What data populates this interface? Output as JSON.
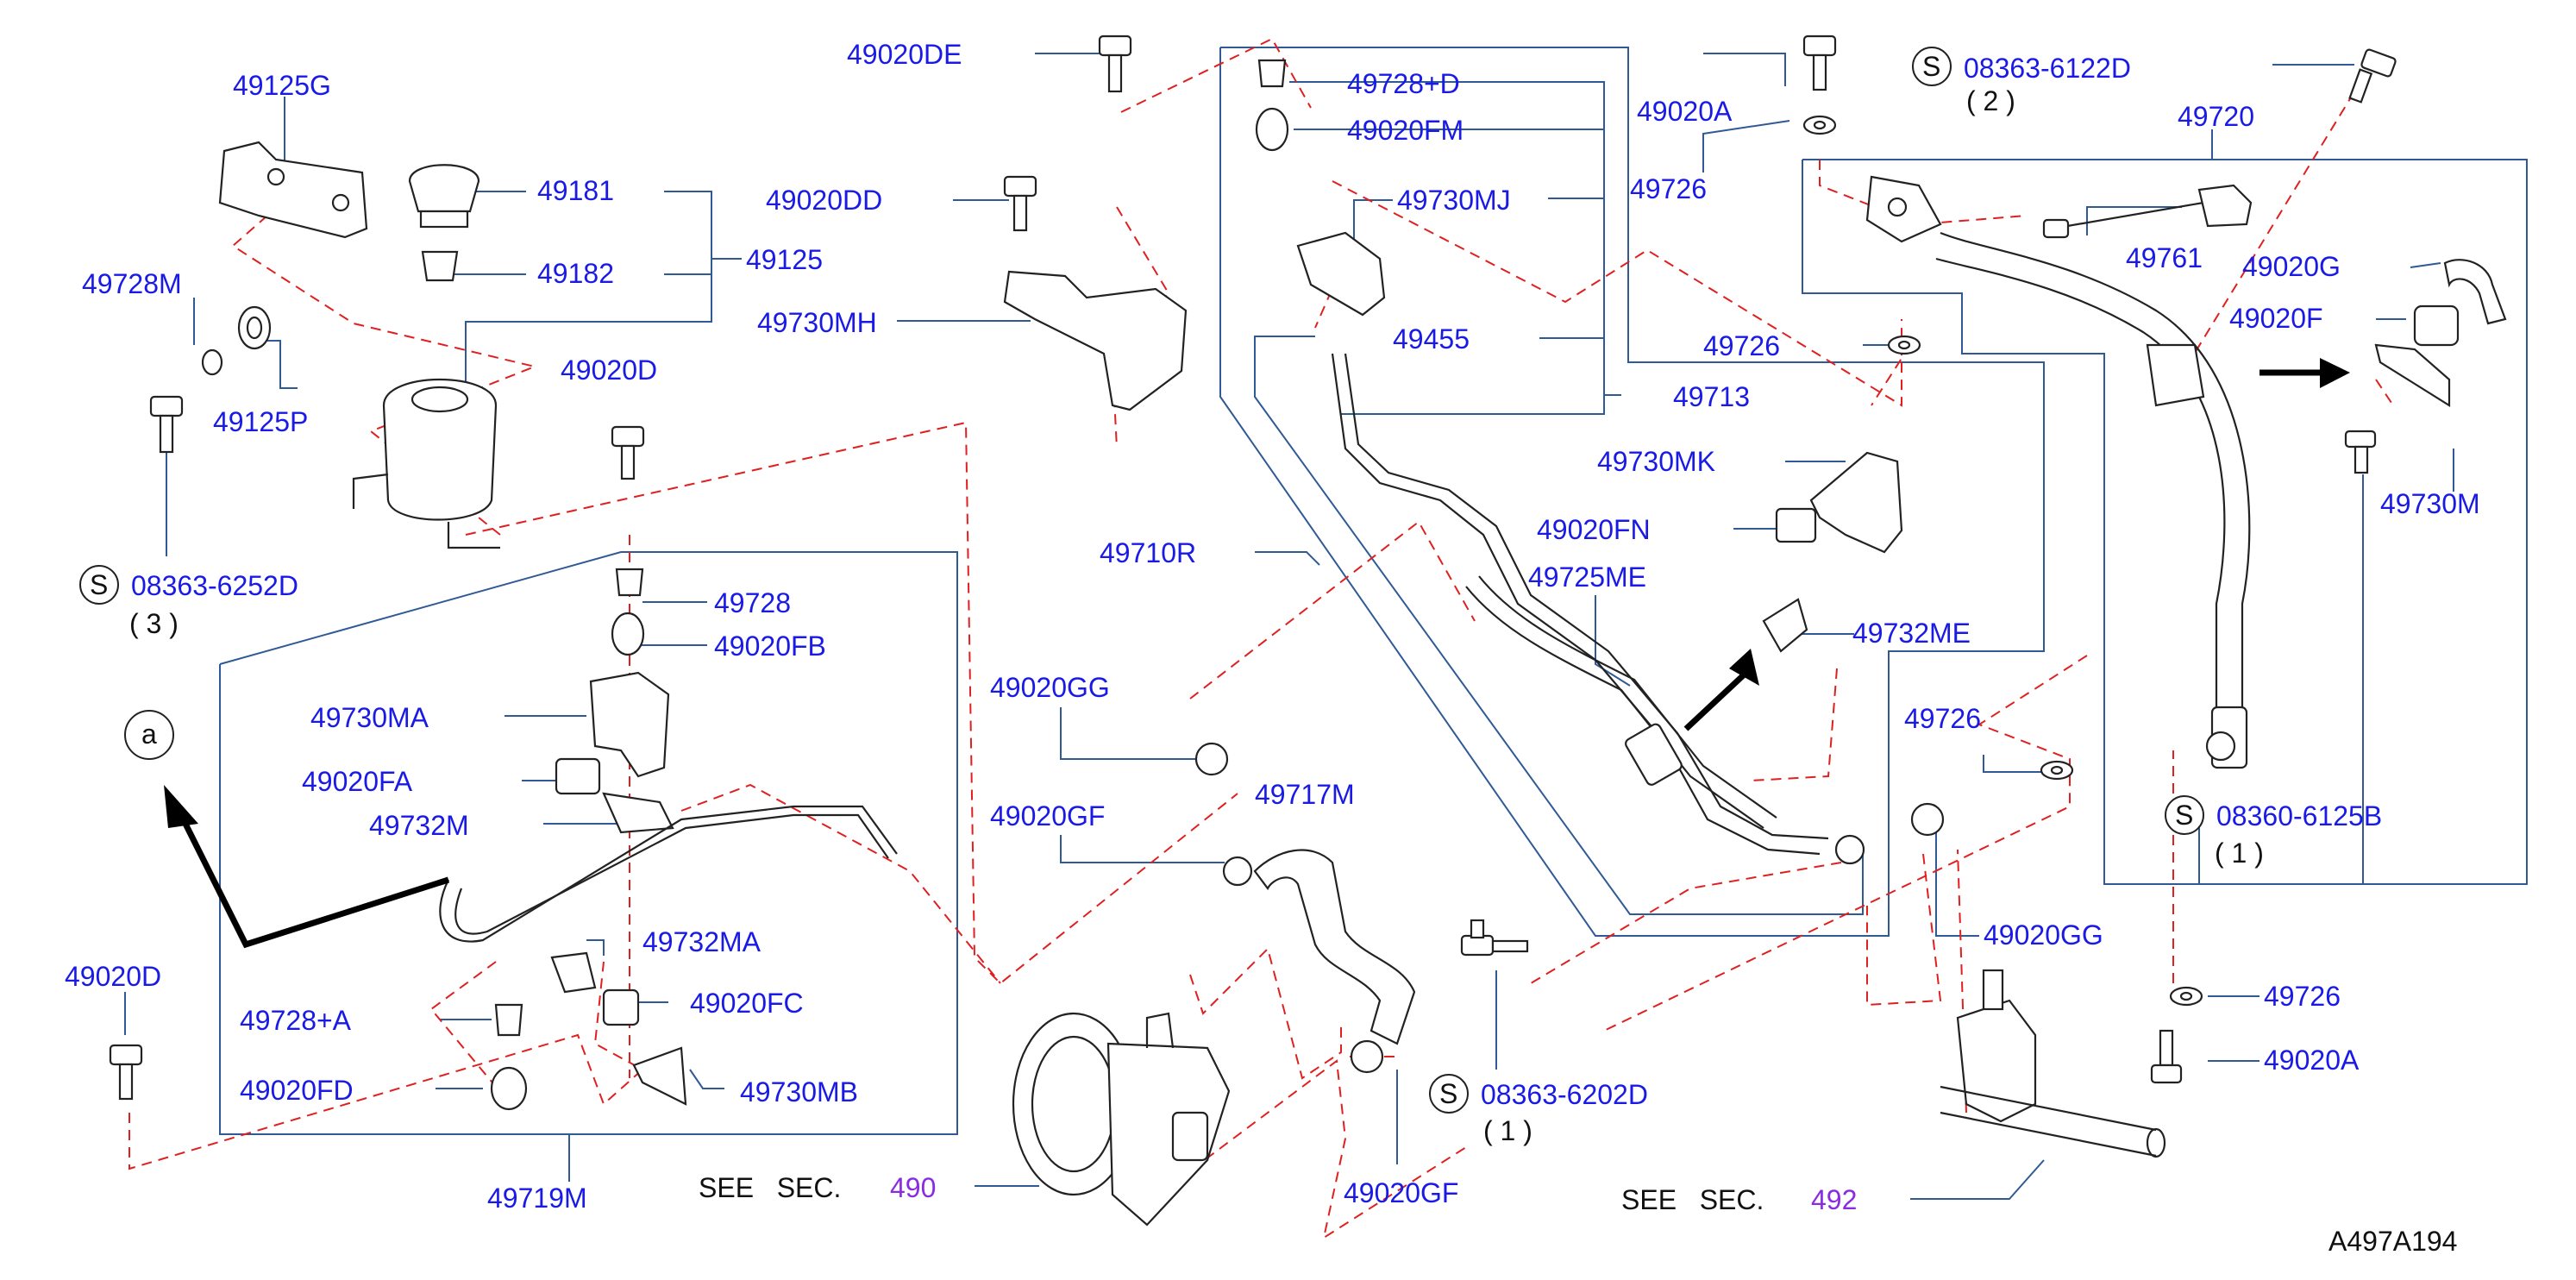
{
  "labels": {
    "p49125G": "49125G",
    "p49728M": "49728M",
    "p49125P": "49125P",
    "p49181": "49181",
    "p49182": "49182",
    "p49125": "49125",
    "p49020D_top": "49020D",
    "p49728": "49728",
    "p49020FB": "49020FB",
    "p49730MA": "49730MA",
    "p49020FA": "49020FA",
    "p49732M": "49732M",
    "p49732MA": "49732MA",
    "p49020FC": "49020FC",
    "p49728A": "49728+A",
    "p49020FD": "49020FD",
    "p49730MB": "49730MB",
    "p49719M": "49719M",
    "p49020D_left": "49020D",
    "p49020DE": "49020DE",
    "p49020DD": "49020DD",
    "p49730MH": "49730MH",
    "p49728D": "49728+D",
    "p49020FM": "49020FM",
    "p49730MJ": "49730MJ",
    "p49455": "49455",
    "p49710R": "49710R",
    "p49020GG_mid": "49020GG",
    "p49020GF_mid": "49020GF",
    "p49717M": "49717M",
    "p49020GF_bot": "49020GF",
    "p49020A_top": "49020A",
    "p49726_a": "49726",
    "p49726_b": "49726",
    "p49713": "49713",
    "p49730MK": "49730MK",
    "p49020FN": "49020FN",
    "p49725ME": "49725ME",
    "p49732ME": "49732ME",
    "p49726_c": "49726",
    "p49020GG_right": "49020GG",
    "p49726_d": "49726",
    "p49020A_bot": "49020A",
    "p49720": "49720",
    "p49761": "49761",
    "p49020G": "49020G",
    "p49020F": "49020F",
    "p49730M": "49730M"
  },
  "standard_parts": {
    "s08363_6252D": {
      "symbol": "S",
      "number": "08363-6252D",
      "qty": "( 3 )"
    },
    "s08363_6122D": {
      "symbol": "S",
      "number": "08363-6122D",
      "qty": "( 2 )"
    },
    "s08363_6202D": {
      "symbol": "S",
      "number": "08363-6202D",
      "qty": "( 1 )"
    },
    "s08360_6125B": {
      "symbol": "S",
      "number": "08360-6125B",
      "qty": "( 1 )"
    }
  },
  "ref_a": "a",
  "see_sec_490": {
    "text": "SEE   SEC.",
    "section": "490"
  },
  "see_sec_492": {
    "text": "SEE   SEC.",
    "section": "492"
  },
  "diagram_code": "A497A194",
  "colors": {
    "label": "#1a1ae6",
    "leader": "#2f5a96",
    "dashed": "#e02020",
    "section": "#8a2be2"
  }
}
